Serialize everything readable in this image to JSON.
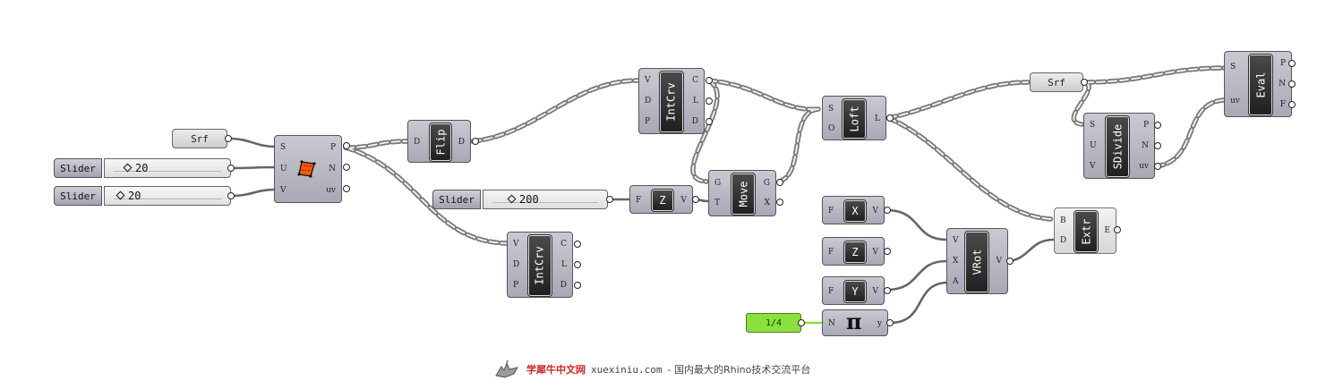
{
  "components": {
    "srf_left": "Srf",
    "srf_right": "Srf",
    "slider_u": {
      "label": "Slider",
      "value": "20"
    },
    "slider_v": {
      "label": "Slider",
      "value": "20"
    },
    "slider_h": {
      "label": "Slider",
      "value": "200"
    },
    "flip": "Flip",
    "intcrv_top": "IntCrv",
    "intcrv_bottom": "IntCrv",
    "move": "Move",
    "unit_z_top": "Z",
    "loft": "Loft",
    "sdivide": "SDivide",
    "eval": "Eval",
    "extr": "Extr",
    "unit_x": "X",
    "unit_z": "Z",
    "unit_y": "Y",
    "vrot": "VRot",
    "panel_value": "1/4",
    "pi_symbol": "π"
  },
  "ports": {
    "surface_in": [
      "S",
      "U",
      "V"
    ],
    "surface_out": [
      "P",
      "N",
      "uv"
    ],
    "flip_in": [
      "D"
    ],
    "flip_out": [
      "D"
    ],
    "intcrv_in": [
      "V",
      "D",
      "P"
    ],
    "intcrv_out": [
      "C",
      "L",
      "D"
    ],
    "move_in": [
      "G",
      "T"
    ],
    "move_out": [
      "G",
      "X"
    ],
    "unit_in": [
      "F"
    ],
    "unit_out": [
      "V"
    ],
    "loft_in": [
      "S",
      "O"
    ],
    "loft_out": [
      "L"
    ],
    "sdivide_in": [
      "S",
      "U",
      "V"
    ],
    "sdivide_out": [
      "P",
      "N",
      "uv"
    ],
    "eval_in": [
      "S",
      "uv"
    ],
    "eval_out": [
      "P",
      "N",
      "F"
    ],
    "extr_in": [
      "B",
      "D"
    ],
    "extr_out": [
      "E"
    ],
    "vrot_in": [
      "V",
      "X",
      "A"
    ],
    "vrot_out": [
      "V"
    ],
    "pi_in": [
      "N"
    ],
    "pi_out": [
      "y"
    ]
  },
  "footer": {
    "brand": "学犀牛中文网",
    "site": "xuexiniu.com",
    "tagline": "- 国内最大的Rhino技术交流平台"
  },
  "colors": {
    "wire_data": "#8f8f8f",
    "wire_single": "#6a6a6a",
    "panel_green": "#8ae03c",
    "surface_icon": "#ff5a00"
  }
}
